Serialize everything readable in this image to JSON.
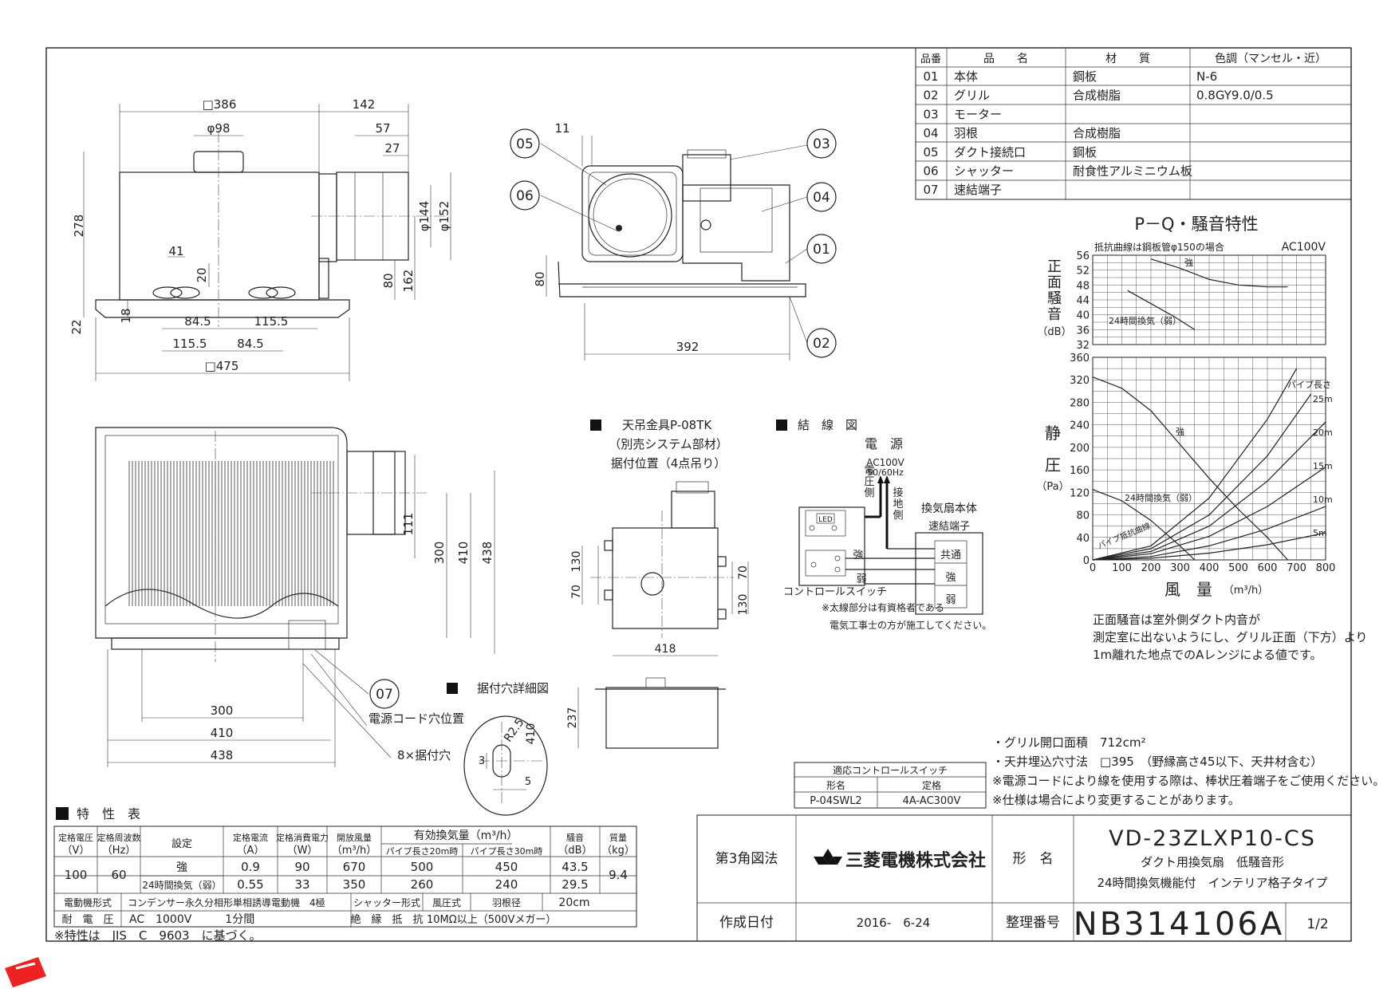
{
  "parts_table": {
    "headers": [
      "品番",
      "品　　名",
      "材　　質",
      "色調（マンセル・近）"
    ],
    "rows": [
      [
        "01",
        "本体",
        "鋼板",
        "N-6"
      ],
      [
        "02",
        "グリル",
        "合成樹脂",
        "0.8GY9.0/0.5"
      ],
      [
        "03",
        "モーター",
        "",
        ""
      ],
      [
        "04",
        "羽根",
        "合成樹脂",
        ""
      ],
      [
        "05",
        "ダクト接続口",
        "鋼板",
        ""
      ],
      [
        "06",
        "シャッター",
        "耐食性アルミニウム板",
        ""
      ],
      [
        "07",
        "速結端子",
        "",
        ""
      ]
    ]
  },
  "front_view": {
    "dims": [
      "□386",
      "142",
      "φ98",
      "57",
      "27",
      "278",
      "φ144",
      "φ152",
      "41",
      "20",
      "80",
      "162",
      "22",
      "18",
      "84.5",
      "115.5",
      "115.5",
      "84.5",
      "□475"
    ]
  },
  "side_view": {
    "callouts": [
      "05",
      "06",
      "03",
      "04",
      "01",
      "02"
    ],
    "dims": [
      "11",
      "80",
      "392"
    ]
  },
  "top_view": {
    "dims": [
      "111",
      "300",
      "410",
      "438",
      "300",
      "410",
      "438"
    ],
    "callout": "07",
    "labels": [
      "電源コード穴位置",
      "8×据付穴"
    ]
  },
  "hanger": {
    "title": "天吊金具P-08TK",
    "sub1": "（別売システム部材）",
    "sub2": "据付位置（4点吊り）",
    "dims": [
      "70",
      "130",
      "70",
      "130",
      "418",
      "237"
    ]
  },
  "mount_hole": {
    "title": "据付穴詳細図",
    "dims": [
      "R2.5",
      "410",
      "3",
      "5"
    ]
  },
  "wiring": {
    "title": "結　線　図",
    "source": "電　源",
    "ac": "AC100V",
    "freq": "50/60Hz",
    "voltage_side": "電圧側",
    "ground_side": "接地側",
    "unit": "換気扇本体",
    "terminal": "速結端子",
    "t_common": "共通",
    "t_strong": "強",
    "t_weak": "弱",
    "led": "LED",
    "w_strong": "強",
    "w_weak": "弱",
    "switch": "コントロールスイッチ",
    "note1": "※太線部分は有資格者である",
    "note2": "電気工事士の方が施工してください。"
  },
  "chart_title": "P－Q・騒音特性",
  "chart_data": [
    {
      "type": "line",
      "title": "",
      "note": "抵抗曲線は鋼板管φ150の場合",
      "voltage": "AC100V",
      "ylabel": "正面騒音",
      "yunit": "（dB）",
      "ylim": [
        32,
        56
      ],
      "yticks": [
        "56",
        "52",
        "48",
        "44",
        "40",
        "36",
        "32"
      ],
      "xlim": [
        0,
        800
      ],
      "series": [
        {
          "name": "強",
          "x": [
            200,
            300,
            400,
            500,
            600,
            670
          ],
          "y": [
            55,
            52.5,
            49.5,
            48,
            47.5,
            47.5
          ]
        },
        {
          "name": "24時間換気（弱）",
          "x": [
            120,
            200,
            280,
            350
          ],
          "y": [
            46.5,
            43,
            39.5,
            36
          ]
        }
      ]
    },
    {
      "type": "line",
      "title": "",
      "ylabel": "静　圧",
      "yunit": "（Pa）",
      "xlabel": "風　量",
      "xunit": "（m³/h）",
      "xlim": [
        0,
        800
      ],
      "ylim": [
        0,
        360
      ],
      "xticks": [
        "0",
        "100",
        "200",
        "300",
        "400",
        "500",
        "600",
        "700",
        "800"
      ],
      "yticks": [
        "360",
        "320",
        "280",
        "240",
        "200",
        "160",
        "120",
        "80",
        "40",
        "0"
      ],
      "pipe_label": "パイプ長さ",
      "series": [
        {
          "name": "強",
          "x": [
            0,
            100,
            200,
            300,
            400,
            500,
            600,
            670
          ],
          "y": [
            325,
            305,
            265,
            205,
            145,
            90,
            40,
            0
          ]
        },
        {
          "name": "24時間換気（弱）",
          "x": [
            0,
            100,
            200,
            300,
            350
          ],
          "y": [
            125,
            105,
            70,
            25,
            0
          ]
        },
        {
          "name": "25m",
          "x": [
            0,
            200,
            400,
            600,
            700
          ],
          "y": [
            0,
            25,
            110,
            250,
            340
          ]
        },
        {
          "name": "20m",
          "x": [
            0,
            200,
            400,
            600,
            750
          ],
          "y": [
            0,
            20,
            80,
            185,
            295
          ]
        },
        {
          "name": "15m",
          "x": [
            0,
            200,
            400,
            600,
            800
          ],
          "y": [
            0,
            15,
            60,
            140,
            245
          ]
        },
        {
          "name": "10m",
          "x": [
            0,
            200,
            400,
            600,
            800
          ],
          "y": [
            0,
            11,
            42,
            95,
            165
          ]
        },
        {
          "name": "5m",
          "x": [
            0,
            200,
            400,
            600,
            800
          ],
          "y": [
            0,
            6,
            25,
            55,
            95
          ]
        },
        {
          "name": "パイプ抵抗曲線",
          "x": [
            0,
            200,
            400,
            600,
            800
          ],
          "y": [
            0,
            3,
            12,
            27,
            48
          ]
        }
      ]
    }
  ],
  "chart_note": [
    "正面騒音は室外側ダクト内音が",
    "測定室に出ないようにし、グリル正面（下方）より",
    "1m離れた地点でのAレンジによる値です。"
  ],
  "specs_notes": [
    "・グリル開口面積　712cm²",
    "・天井埋込穴寸法　□395　（野縁高さ45以下、天井材含む）",
    "※電源コードにより線を使用する際は、棒状圧着端子をご使用ください。",
    "※仕様は場合により変更することがあります。"
  ],
  "switch_table": {
    "title": "適応コントロールスイッチ",
    "h1": "形名",
    "h2": "定格",
    "v1": "P-04SWL2",
    "v2": "4A-AC300V"
  },
  "characteristics": {
    "title": "特　性　表",
    "headers": [
      "定格電圧（V）",
      "定格周波数（Hz）",
      "設定",
      "定格電流（A）",
      "定格消費電力（W）",
      "開放風量（m³/h）",
      "有効換気量（m³/h）",
      "騒音（dB）",
      "質量（kg）"
    ],
    "sub_headers": [
      "パイプ長さ20m時",
      "パイプ長さ30m時"
    ],
    "voltage": "100",
    "freq": "60",
    "weight": "9.4",
    "rows": [
      [
        "強",
        "0.9",
        "90",
        "670",
        "500",
        "450",
        "43.5"
      ],
      [
        "24時間換気（弱）",
        "0.55",
        "33",
        "350",
        "260",
        "240",
        "29.5"
      ]
    ],
    "motor_label": "電動機形式",
    "motor": "コンデンサー永久分相形単相誘導電動機　4極",
    "shutter_label": "シャッター形式",
    "shutter": "風圧式",
    "blade_label": "羽根径",
    "blade": "20cm",
    "withstand_label": "耐　電　圧",
    "withstand": "AC　1000V　　　1分間",
    "insulation_label": "絶　縁　抵　抗",
    "insulation": "10MΩ以上（500Vメガー）",
    "footnote": "※特性は　JIS　C　9603　に基づく。"
  },
  "title_block": {
    "projection": "第3角図法",
    "company": "三菱電機株式会社",
    "model_label": "形　名",
    "model": "VD-23ZLXP10-CS",
    "desc1": "ダクト用換気扇　低騒音形",
    "desc2": "24時間換気機能付　インテリア格子タイプ",
    "date_label": "作成日付",
    "date": "2016-　6-24",
    "doc_label": "整理番号",
    "doc": "NB314106A",
    "page": "1/2"
  }
}
